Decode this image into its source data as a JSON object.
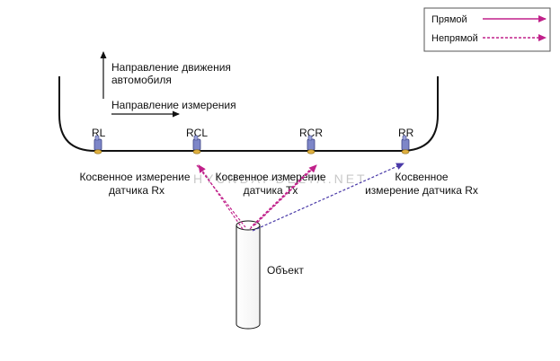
{
  "legend": {
    "direct_label": "Прямой",
    "indirect_label": "Непрямой"
  },
  "labels": {
    "travel_direction": [
      "Направление движения",
      "автомобиля"
    ],
    "measure_direction": "Направление измерения",
    "object": "Объект",
    "left_indirect": [
      "Косвенное измерение",
      "датчика Rx"
    ],
    "center_indirect": [
      "Косвенное измерение",
      "датчика Tx"
    ],
    "right_indirect": [
      "Косвенное",
      "измерение датчика Rx"
    ]
  },
  "sensors": [
    {
      "id": "RL",
      "label": "RL"
    },
    {
      "id": "RCL",
      "label": "RCL"
    },
    {
      "id": "RCR",
      "label": "RCR"
    },
    {
      "id": "RR",
      "label": "RR"
    }
  ],
  "watermark": "HYUNDAI-DELTA.NET",
  "colors": {
    "direct": "#c0208a",
    "indirect_magenta": "#c0208a",
    "indirect_blue": "#4a3aa8",
    "sensor_body": "#7d86c8",
    "sensor_tip": "#e0b040"
  }
}
